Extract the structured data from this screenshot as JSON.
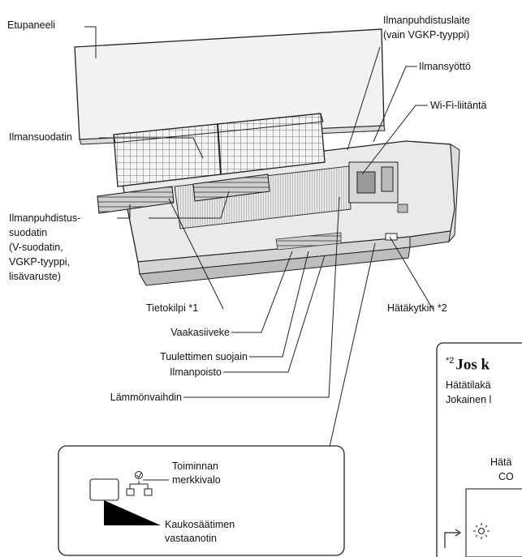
{
  "labels": {
    "front_panel": "Etupaneeli",
    "air_purifier_device": "Ilmanpuhdistuslaite",
    "air_purifier_device_note": "(vain VGKP-tyyppi)",
    "air_intake": "Ilmansyöttö",
    "wifi_connection": "Wi-Fi-liitäntä",
    "air_filter": "Ilmansuodatin",
    "purifier_filter": [
      "Ilmanpuhdistus-",
      "suodatin",
      "(V-suodatin,",
      "VGKP-tyyppi,",
      "lisävaruste)"
    ],
    "info_plate": "Tietokilpi *1",
    "emergency_switch": "Hätäkytkin *2",
    "horizontal_louver": "Vaakasiiveke",
    "fan_guard": "Tuulettimen suojain",
    "air_outlet": "Ilmanpoisto",
    "heat_exchanger": "Lämmönvaihdin"
  },
  "detail_box": {
    "operation_indicator": [
      "Toiminnan",
      "merkkivalo"
    ],
    "remote_receiver": [
      "Kaukosäätimen",
      "vastaanotin"
    ]
  },
  "inset": {
    "footnote_mark": "*2",
    "title": "Jos k",
    "lines": [
      "Hätätilakä",
      "Jokainen l"
    ],
    "box_lines": [
      "Hätä",
      "CO"
    ]
  }
}
